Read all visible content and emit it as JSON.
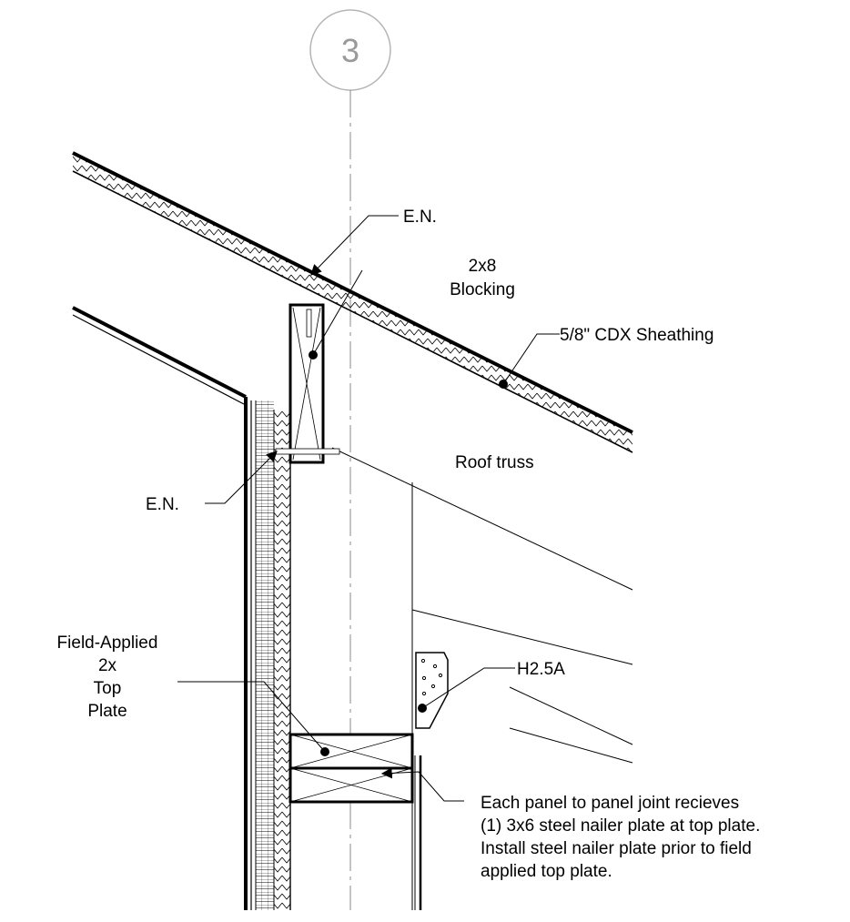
{
  "grid_bubble": {
    "number": "3"
  },
  "labels": {
    "en_top": "E.N.",
    "blocking_line1": "2x8",
    "blocking_line2": "Blocking",
    "sheathing": "5/8\" CDX Sheathing",
    "roof_truss": "Roof truss",
    "en_left": "E.N.",
    "top_plate_line1": "Field-Applied",
    "top_plate_line2": "2x",
    "top_plate_line3": "Top",
    "top_plate_line4": "Plate",
    "hanger": "H2.5A",
    "note_line1": "Each panel to panel joint recieves",
    "note_line2": "(1) 3x6 steel nailer plate at top plate.",
    "note_line3": "Install steel nailer plate prior to field",
    "note_line4": "applied top plate."
  }
}
